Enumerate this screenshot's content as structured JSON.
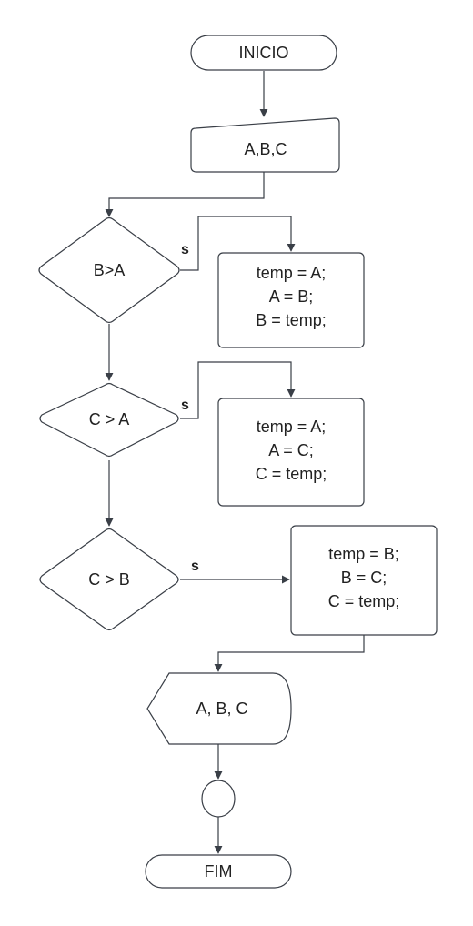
{
  "nodes": {
    "inicio": "INICIO",
    "input": "A,B,C",
    "cond_ba": "B>A",
    "swap_ab": [
      "temp = A;",
      "A = B;",
      "B = temp;"
    ],
    "cond_ca": "C > A",
    "swap_ac": [
      "temp = A;",
      "A = C;",
      "C = temp;"
    ],
    "cond_cb": "C > B",
    "swap_bc": [
      "temp = B;",
      "B = C;",
      "C = temp;"
    ],
    "output": "A, B, C",
    "connector": "",
    "fim": "FIM"
  },
  "edges": {
    "yes_label": "s"
  }
}
